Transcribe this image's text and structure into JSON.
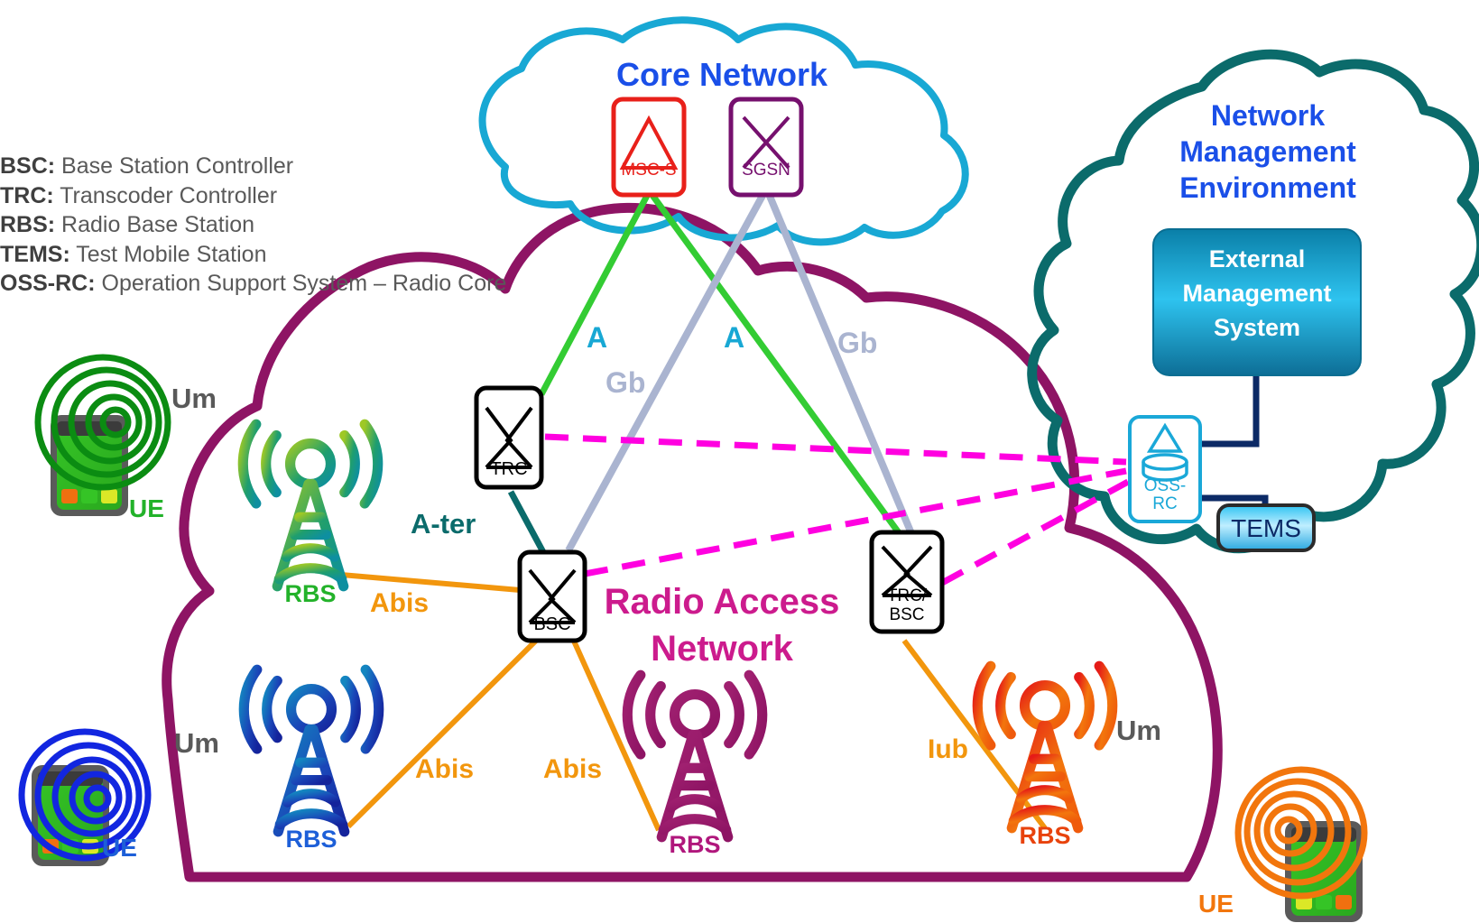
{
  "legend": {
    "items": [
      {
        "abbr": "BSC:",
        "desc": " Base Station Controller"
      },
      {
        "abbr": "TRC:",
        "desc": " Transcoder Controller"
      },
      {
        "abbr": "RBS:",
        "desc": " Radio Base Station"
      },
      {
        "abbr": "TEMS:",
        "desc": " Test Mobile Station"
      },
      {
        "abbr": "OSS-RC:",
        "desc": " Operation Support System – Radio Core"
      }
    ]
  },
  "clouds": {
    "core": {
      "title": "Core Network",
      "title_color": "#1a4fe8",
      "border_color": "#18a8d4"
    },
    "ran": {
      "title_line1": "Radio Access",
      "title_line2": "Network",
      "title_color": "#cc1b8d",
      "border_color": "#8e1464"
    },
    "nme": {
      "title_line1": "Network",
      "title_line2": "Management",
      "title_line3": "Environment",
      "title_color": "#1a4fe8",
      "border_color": "#0b6b6b"
    }
  },
  "nodes": {
    "msc_s": {
      "label": "MSC-S",
      "color": "#e8201a"
    },
    "sgsn": {
      "label": "SGSN",
      "color": "#76106e"
    },
    "trc": {
      "label": "TRC",
      "color": "#000000"
    },
    "bsc": {
      "label": "BSC",
      "color": "#000000"
    },
    "trc_bsc": {
      "label_line1": "TRC/",
      "label_line2": "BSC",
      "color": "#000000"
    },
    "oss_rc": {
      "label_line1": "OSS-",
      "label_line2": "RC",
      "color": "#1aa8d8"
    },
    "ems": {
      "label_line1": "External",
      "label_line2": "Management",
      "label_line3": "System",
      "color": "#ffffff",
      "fill_top": "#0a7fa8",
      "fill_mid": "#2ec3ef",
      "fill_bottom": "#0d6e96"
    },
    "tems": {
      "label": "TEMS",
      "color": "#0c2a66"
    }
  },
  "rbs": [
    {
      "label": "RBS",
      "label_color": "#23b22a",
      "c1": "#9ec826",
      "c2": "#1f9e6e",
      "c3": "#0e8fa0"
    },
    {
      "label": "RBS",
      "label_color": "#1d5fd8",
      "c1": "#1386c0",
      "c2": "#1a46b8",
      "c3": "#14239b"
    },
    {
      "label": "RBS",
      "label_color": "#b0177c",
      "c1": "#a02070",
      "c2": "#9c1f6c",
      "c3": "#8e1464"
    },
    {
      "label": "RBS",
      "label_color": "#e8430d",
      "c1": "#e51b17",
      "c2": "#f2760d",
      "c3": "#ef5a0c"
    }
  ],
  "ue": [
    {
      "label": "UE",
      "color": "#23b22a",
      "wave_color": "#0b8c12"
    },
    {
      "label": "UE",
      "color": "#1d5fd8",
      "wave_color": "#1226e0"
    },
    {
      "label": "UE",
      "color": "#f2760d",
      "wave_color": "#f2760d"
    }
  ],
  "interface_labels": {
    "um": {
      "text": "Um",
      "color": "#595959"
    },
    "a": {
      "text": "A",
      "color": "#18a8d4"
    },
    "gb": {
      "text": "Gb",
      "color": "#aab4d0"
    },
    "a_ter": {
      "text": "A-ter",
      "color": "#0b6b6b"
    },
    "abis": {
      "text": "Abis",
      "color": "#f2960d"
    },
    "iub": {
      "text": "Iub",
      "color": "#f2960d"
    }
  },
  "link_colors": {
    "a_line": "#33cc33",
    "gb_line": "#aab4d0",
    "a_ter_line": "#0b6b6b",
    "abis_line": "#f2960d",
    "oss_dashed": "#ff00e0",
    "mgmt_line": "#0c2a66"
  }
}
